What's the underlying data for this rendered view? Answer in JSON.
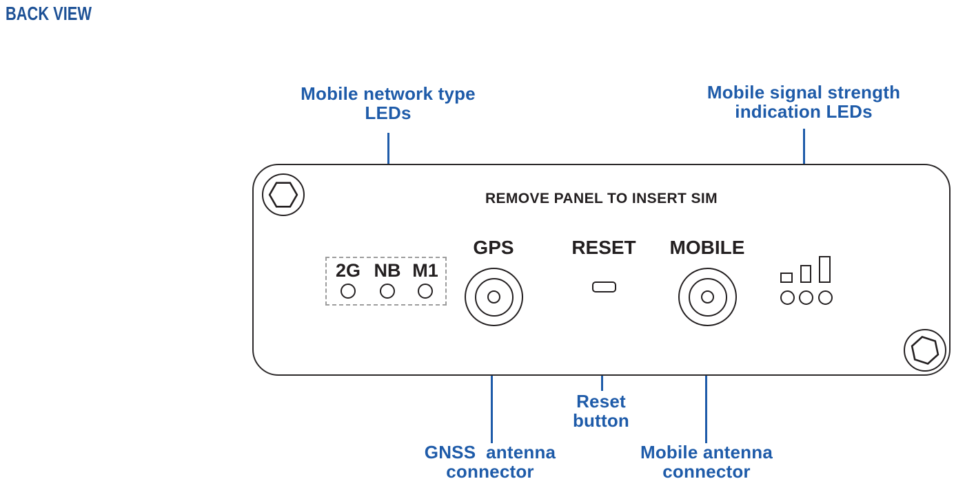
{
  "title": "BACK VIEW",
  "colors": {
    "accent_blue": "#1e5ba9",
    "title_blue": "#1d5196",
    "ink": "#231f20",
    "dashed_box_gray": "#9c9c9c"
  },
  "callouts": {
    "network_leds": "Mobile network type\nLEDs",
    "signal_leds": "Mobile signal strength\nindication LEDs",
    "reset_button": "Reset\nbutton",
    "gnss_connector": "GNSS  antenna\nconnector",
    "mobile_connector": "Mobile antenna\nconnector"
  },
  "panel": {
    "sim_notice": "REMOVE PANEL TO INSERT SIM",
    "gps_label": "GPS",
    "reset_label": "RESET",
    "mobile_label": "MOBILE",
    "network_led_labels": [
      "2G",
      "NB",
      "M1"
    ],
    "signal_bar_count": 3,
    "signal_led_count": 3,
    "screw_count": 2
  }
}
